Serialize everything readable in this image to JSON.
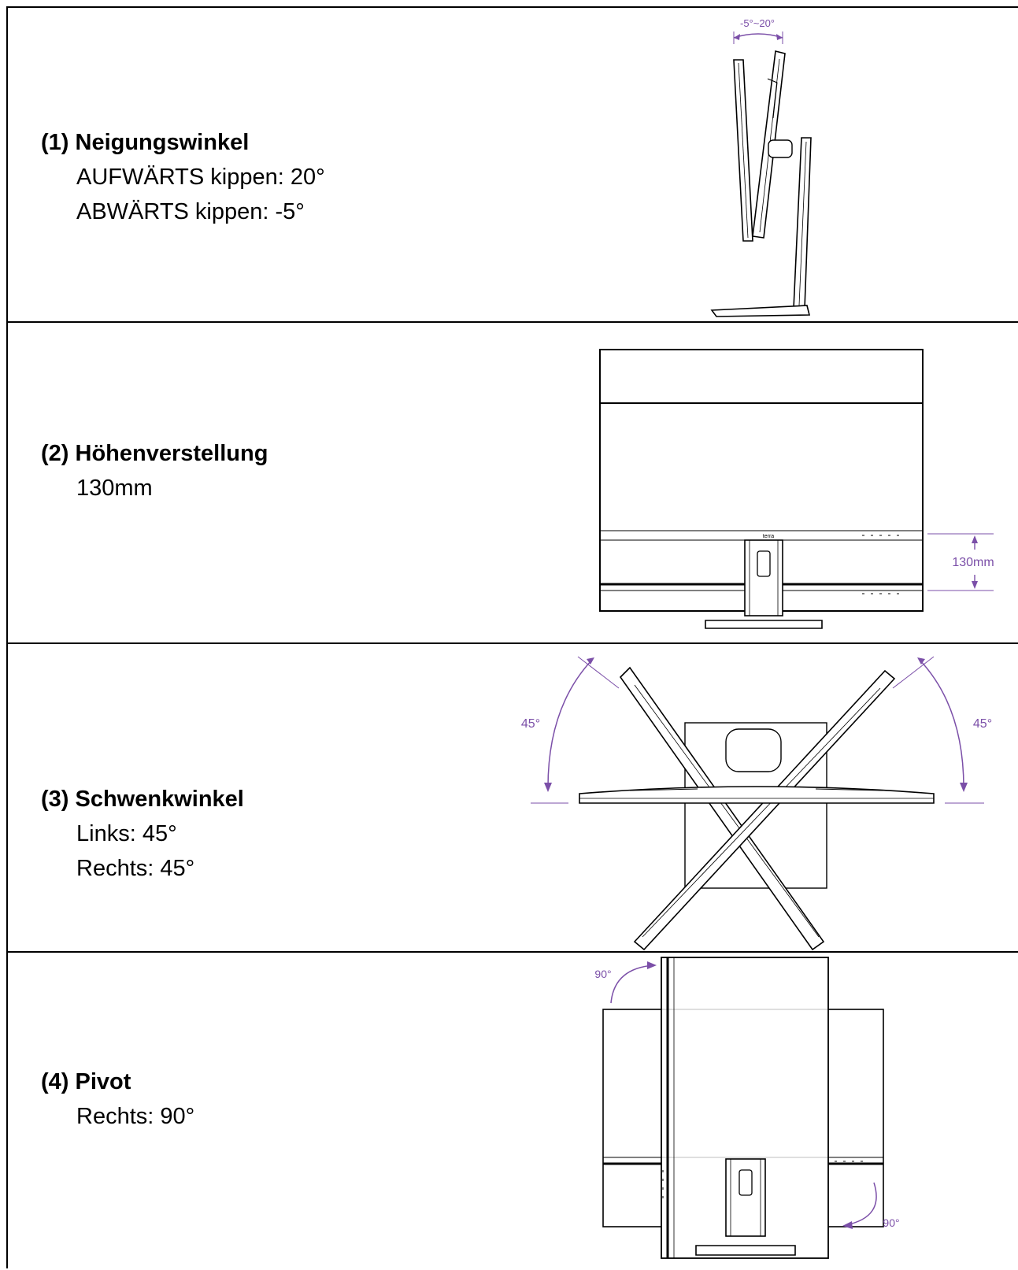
{
  "sections": [
    {
      "heading": "(1) Neigungswinkel",
      "lines": [
        "AUFWÄRTS kippen: 20°",
        "ABWÄRTS kippen: -5°"
      ],
      "figure_label": "-5°~20°"
    },
    {
      "heading": "(2) Höhenverstellung",
      "lines": [
        "130mm"
      ],
      "figure_label": "130mm",
      "brand": "terra"
    },
    {
      "heading": "(3) Schwenkwinkel",
      "lines": [
        "Links: 45°",
        "Rechts: 45°"
      ],
      "figure_label_left": "45°",
      "figure_label_right": "45°"
    },
    {
      "heading": "(4) Pivot",
      "lines": [
        "Rechts: 90°"
      ],
      "figure_label_top": "90°",
      "figure_label_bottom": "90°"
    }
  ],
  "colors": {
    "accent": "#7b4fa8",
    "line": "#000000"
  }
}
